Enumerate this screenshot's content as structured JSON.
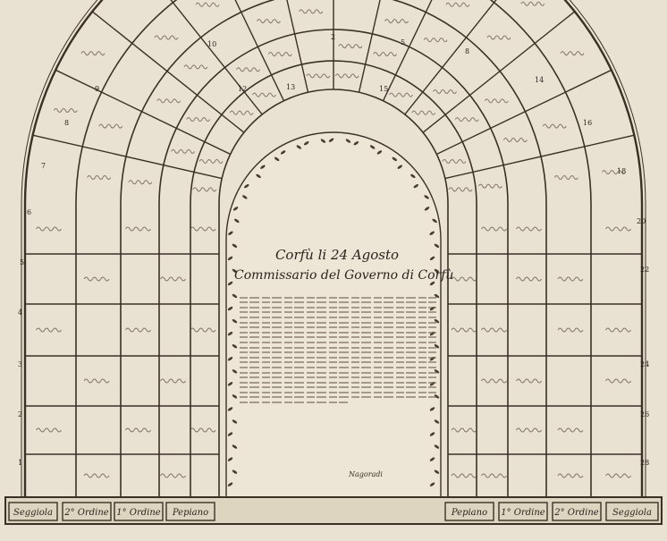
{
  "document": {
    "place_date": "Corfù li 24 Agosto",
    "authority": "Commissario del Governo di Corfù",
    "signoff": "Nagoradi"
  },
  "order_labels": {
    "left": [
      "Seggiola",
      "2° Ordine",
      "1° Ordine",
      "Pepiano"
    ],
    "right": [
      "Pepiano",
      "1° Ordine",
      "2° Ordine",
      "Seggiola"
    ]
  },
  "box_numbers": {
    "crown": [
      "10",
      "2",
      "5",
      "8",
      "12",
      "15",
      "13"
    ],
    "left": [
      "9",
      "8",
      "7",
      "6",
      "5",
      "4",
      "3",
      "2",
      "1"
    ],
    "right": [
      "14",
      "16",
      "18",
      "20",
      "22",
      "24",
      "26",
      "28"
    ]
  },
  "colors": {
    "paper": "#e9e2d2",
    "ink": "#3b3026",
    "wreath": "#4a3c2c"
  }
}
